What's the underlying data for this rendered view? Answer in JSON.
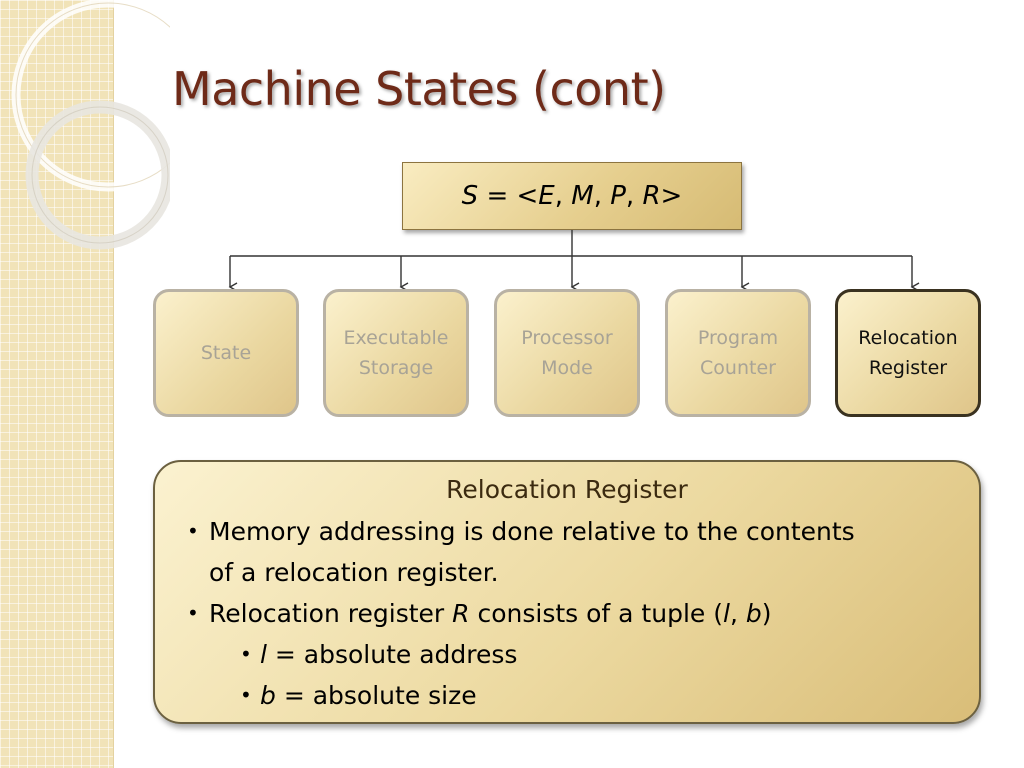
{
  "slide": {
    "title": "Machine States (cont)"
  },
  "root": {
    "s": "S",
    "eq": " = <",
    "e": "E",
    "c1": ", ",
    "m": "M",
    "c2": ", ",
    "p": "P",
    "c3": ", ",
    "r": "R",
    "close": ">"
  },
  "children": [
    {
      "line1": "State",
      "line2": "",
      "active": false
    },
    {
      "line1": "Executable",
      "line2": "Storage",
      "active": false
    },
    {
      "line1": "Processor",
      "line2": "Mode",
      "active": false
    },
    {
      "line1": "Program",
      "line2": "Counter",
      "active": false
    },
    {
      "line1": "Relocation",
      "line2": "Register",
      "active": true
    }
  ],
  "detail": {
    "heading": "Relocation Register",
    "bullet1_line1": "Memory addressing is done relative to the contents",
    "bullet1_line2": "of a relocation register.",
    "bullet2_pre": "Relocation register ",
    "bullet2_r": "R",
    "bullet2_mid": " consists of a tuple (",
    "bullet2_l": "l",
    "bullet2_comma": ", ",
    "bullet2_b": "b",
    "bullet2_close": ")",
    "sub1_var": "l",
    "sub1_text": " = absolute address",
    "sub2_var": "b",
    "sub2_text": " = absolute size"
  },
  "colors": {
    "title": "#6e2a18",
    "box_fill": "#ead7a0",
    "inactive_text": "#a8a396",
    "active_border": "#3a3220"
  }
}
